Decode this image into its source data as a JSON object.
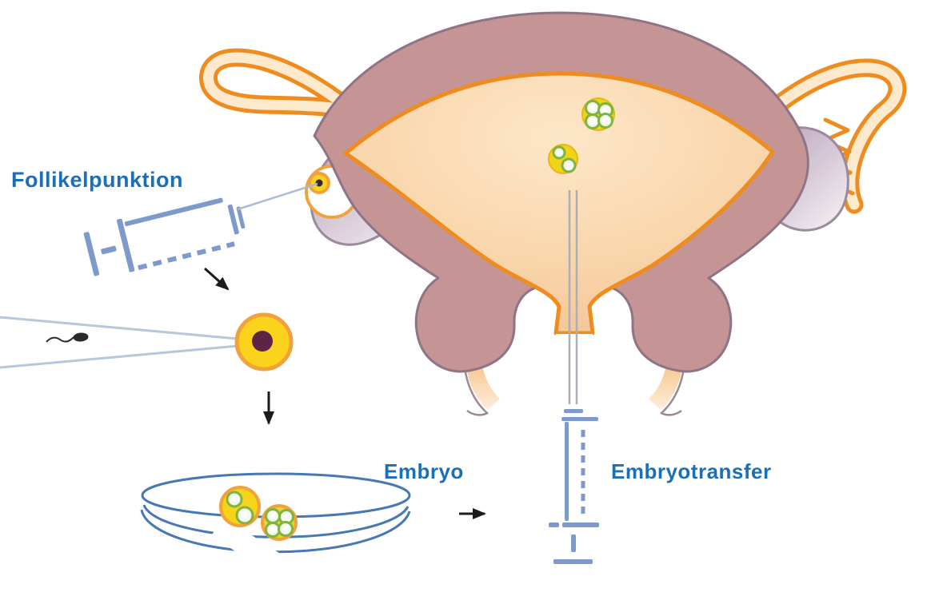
{
  "diagram": {
    "title_implicit": "IVF process illustration",
    "labels": {
      "follicle_puncture": "Follikelpunktion",
      "embryo": "Embryo",
      "embryo_transfer": "Embryotransfer"
    },
    "embryos": {
      "in_uterus_cell_counts": [
        4,
        2
      ],
      "in_dish_cell_counts": [
        2,
        4
      ]
    },
    "colors": {
      "label_blue": "#1b6fb7",
      "syringe_blue": "#7e9aca",
      "outline_orange": "#ef8c1f",
      "uterus_outer": "#c59494",
      "uterus_outline": "#8e7486",
      "cavity_peach": "#f6c99c",
      "tube_cream": "#fdeacd",
      "ovary_lavender": "#c2aec1",
      "egg_yellow": "#fcd31c",
      "egg_ring": "#f0a23c",
      "nucleus_maroon": "#5e2446",
      "cell_green": "#7fb43e",
      "dish_blue": "#4878b4",
      "arrow_black": "#1c1c1c",
      "catheter_gray": "#a9aeb8"
    }
  }
}
